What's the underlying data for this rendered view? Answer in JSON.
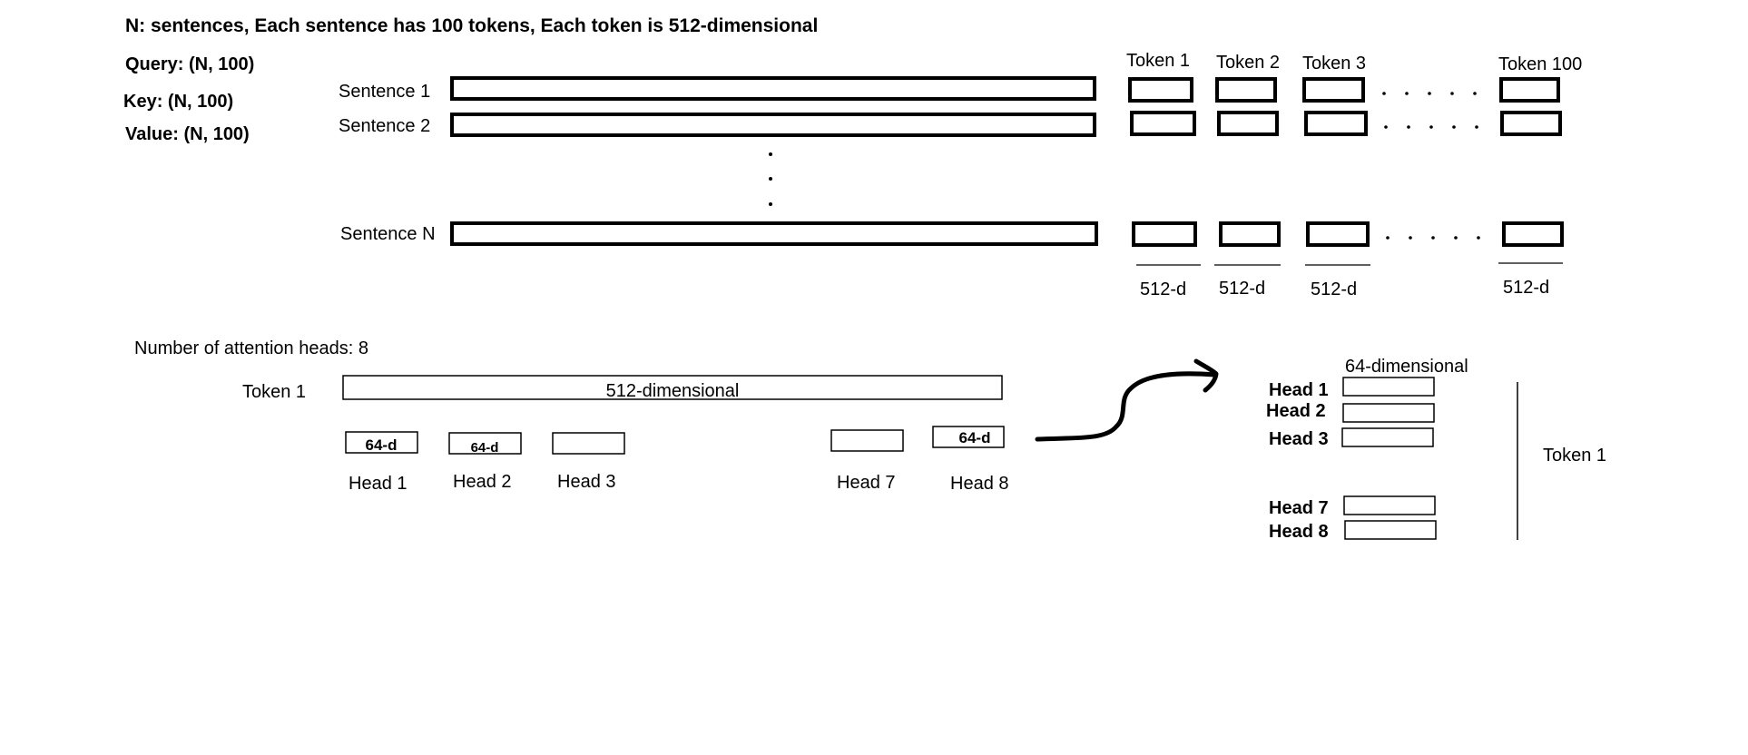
{
  "header": {
    "title": "N: sentences, Each sentence has 100 tokens, Each token is 512-dimensional",
    "query": "Query: (N, 100)",
    "key": "Key: (N, 100)",
    "value": "Value: (N, 100)"
  },
  "sentences": {
    "rows": [
      "Sentence 1",
      "Sentence 2",
      "Sentence N"
    ],
    "token_headers": [
      "Token 1",
      "Token 2",
      "Token 3",
      "Token 100"
    ],
    "dim_labels": [
      "512-d",
      "512-d",
      "512-d",
      "512-d"
    ]
  },
  "heads": {
    "count_label": "Number of attention heads: 8",
    "token_label": "Token 1",
    "bar_label": "512-dimensional",
    "chunk_labels": [
      "64-d",
      "64-d",
      "",
      "",
      "64-d"
    ],
    "head_labels": [
      "Head 1",
      "Head 2",
      "Head 3",
      "Head 7",
      "Head 8"
    ]
  },
  "stacked": {
    "title": "64-dimensional",
    "head_labels": [
      "Head 1",
      "Head 2",
      "Head 3",
      "Head 7",
      "Head 8"
    ],
    "token_label": "Token 1"
  }
}
